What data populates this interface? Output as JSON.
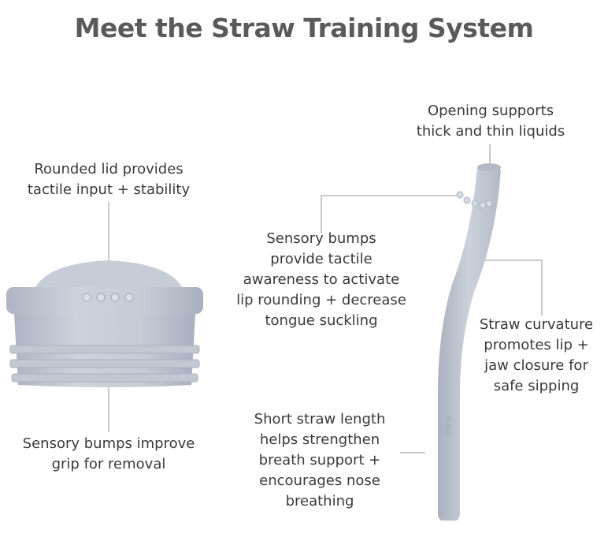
{
  "title": "Meet the Straw Training System",
  "colors": {
    "product": "#c4cad5",
    "product_shadow": "#aab1be",
    "product_highlight": "#dde2e9",
    "leader_line": "#b9b9b9",
    "text": "#3a3a3a",
    "title": "#5a5a5a"
  },
  "callouts": {
    "lid_top": [
      "Rounded lid provides",
      "tactile input + stability"
    ],
    "lid_bottom": [
      "Sensory bumps improve",
      "grip for removal"
    ],
    "straw_opening": [
      "Opening supports",
      "thick and thin liquids"
    ],
    "straw_bumps": [
      "Sensory bumps",
      "provide tactile",
      "awareness to activate",
      "lip rounding + decrease",
      "tongue suckling"
    ],
    "straw_curvature": [
      "Straw curvature",
      "promotes lip +",
      "jaw closure for",
      "safe sipping"
    ],
    "straw_length": [
      "Short straw length",
      "helps strengthen",
      "breath support +",
      "encourages nose",
      "breathing"
    ]
  },
  "straw_logo": "ezpz"
}
